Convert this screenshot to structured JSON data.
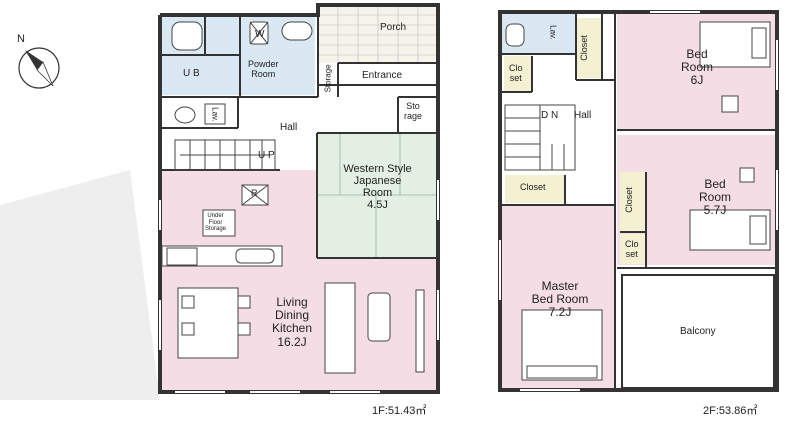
{
  "compass": {
    "label": "N"
  },
  "floor1": {
    "area": "1F:51.43㎡",
    "rooms": {
      "porch": "Porch",
      "wc": "W",
      "powder_room": "Powder\nRoom",
      "ub": "U B",
      "storage_vertical": "Storage",
      "entrance": "Entrance",
      "lav": "Lav.",
      "hall": "Hall",
      "storage": "Sto\nrage",
      "up": "U P",
      "japanese_room": "Western Style\nJapanese\nRoom\n4.5J",
      "refrigerator": "R",
      "underfloor_storage": "Under\nFloor\nStorage",
      "ldk": "Living\nDining\nKitchen\n16.2J"
    }
  },
  "floor2": {
    "area": "2F:53.86㎡",
    "rooms": {
      "lav": "Lav.",
      "closet_top": "Closet",
      "closet_small_1": "Clo\nset",
      "dn": "D N",
      "hall": "Hall",
      "bed_room_1": "Bed\nRoom\n6J",
      "bed_room_2": "Bed\nRoom\n5.7J",
      "closet_mid": "Closet",
      "closet_vertical": "Closet",
      "closet_small_2": "Clo\nset",
      "master_bed_room": "Master\nBed Room\n7.2J",
      "balcony": "Balcony"
    }
  },
  "colors": {
    "pink": "#f5dde6",
    "blue": "#d9e8f3",
    "green": "#e3efe3",
    "yellow": "#f3f1d2",
    "wall": "#333333",
    "wood": "#f6f3ea"
  }
}
